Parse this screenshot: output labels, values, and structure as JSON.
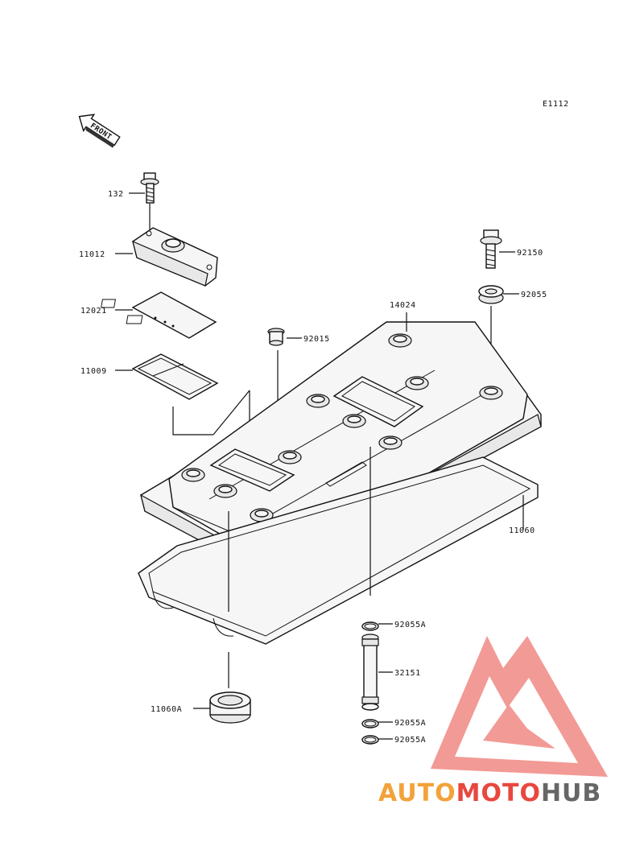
{
  "diagram_code": "E1112",
  "front_label": "FRONT",
  "parts": [
    {
      "id": "132",
      "name": "bolt"
    },
    {
      "id": "11012",
      "name": "breather-cover"
    },
    {
      "id": "12021",
      "name": "reed-plate"
    },
    {
      "id": "11009",
      "name": "breather-gasket"
    },
    {
      "id": "92015",
      "name": "grommet"
    },
    {
      "id": "14024",
      "name": "cylinder-head-cover"
    },
    {
      "id": "92150",
      "name": "bolt"
    },
    {
      "id": "92055",
      "name": "seal-washer"
    },
    {
      "id": "11060",
      "name": "head-cover-gasket"
    },
    {
      "id": "92055A",
      "name": "o-ring-top"
    },
    {
      "id": "32151",
      "name": "pipe"
    },
    {
      "id": "92055A",
      "name": "o-ring-mid"
    },
    {
      "id": "92055A",
      "name": "o-ring-bottom"
    },
    {
      "id": "11060A",
      "name": "plug-gasket"
    }
  ],
  "watermark": {
    "part1": "AUTO",
    "part2": "MOTO",
    "part3": "HUB"
  },
  "colors": {
    "line": "#111111",
    "watermark_red": "#e8483f",
    "watermark_orange": "#f3a23a",
    "watermark_gray": "#666666"
  }
}
